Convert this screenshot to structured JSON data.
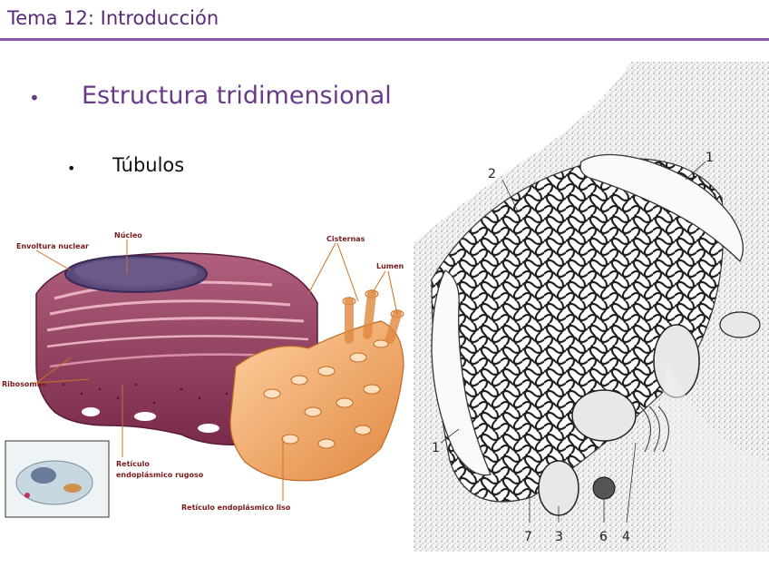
{
  "header": {
    "title": "Tema 12: Introducción"
  },
  "bullets": [
    {
      "marker": "•",
      "text": "Estructura tridimensional"
    },
    {
      "marker": "•",
      "text": "Túbulos"
    }
  ],
  "left_figure": {
    "labels": {
      "nucleo": "Núcleo",
      "envoltura": "Envoltura nuclear",
      "cisternas": "Cisternas",
      "lumen": "Lumen",
      "ribosomas": "Ribosomas",
      "reticulo_rugoso_1": "Retículo",
      "reticulo_rugoso_2": "endoplásmico rugoso",
      "reticulo_liso": "Retículo endoplásmico liso"
    },
    "colors": {
      "rough_er": "#8a3a5a",
      "smooth_er": "#f0a060",
      "nucleus": "#6a4a7a"
    }
  },
  "right_figure": {
    "numbers": [
      "1",
      "2",
      "1",
      "7",
      "3",
      "6",
      "4"
    ]
  }
}
